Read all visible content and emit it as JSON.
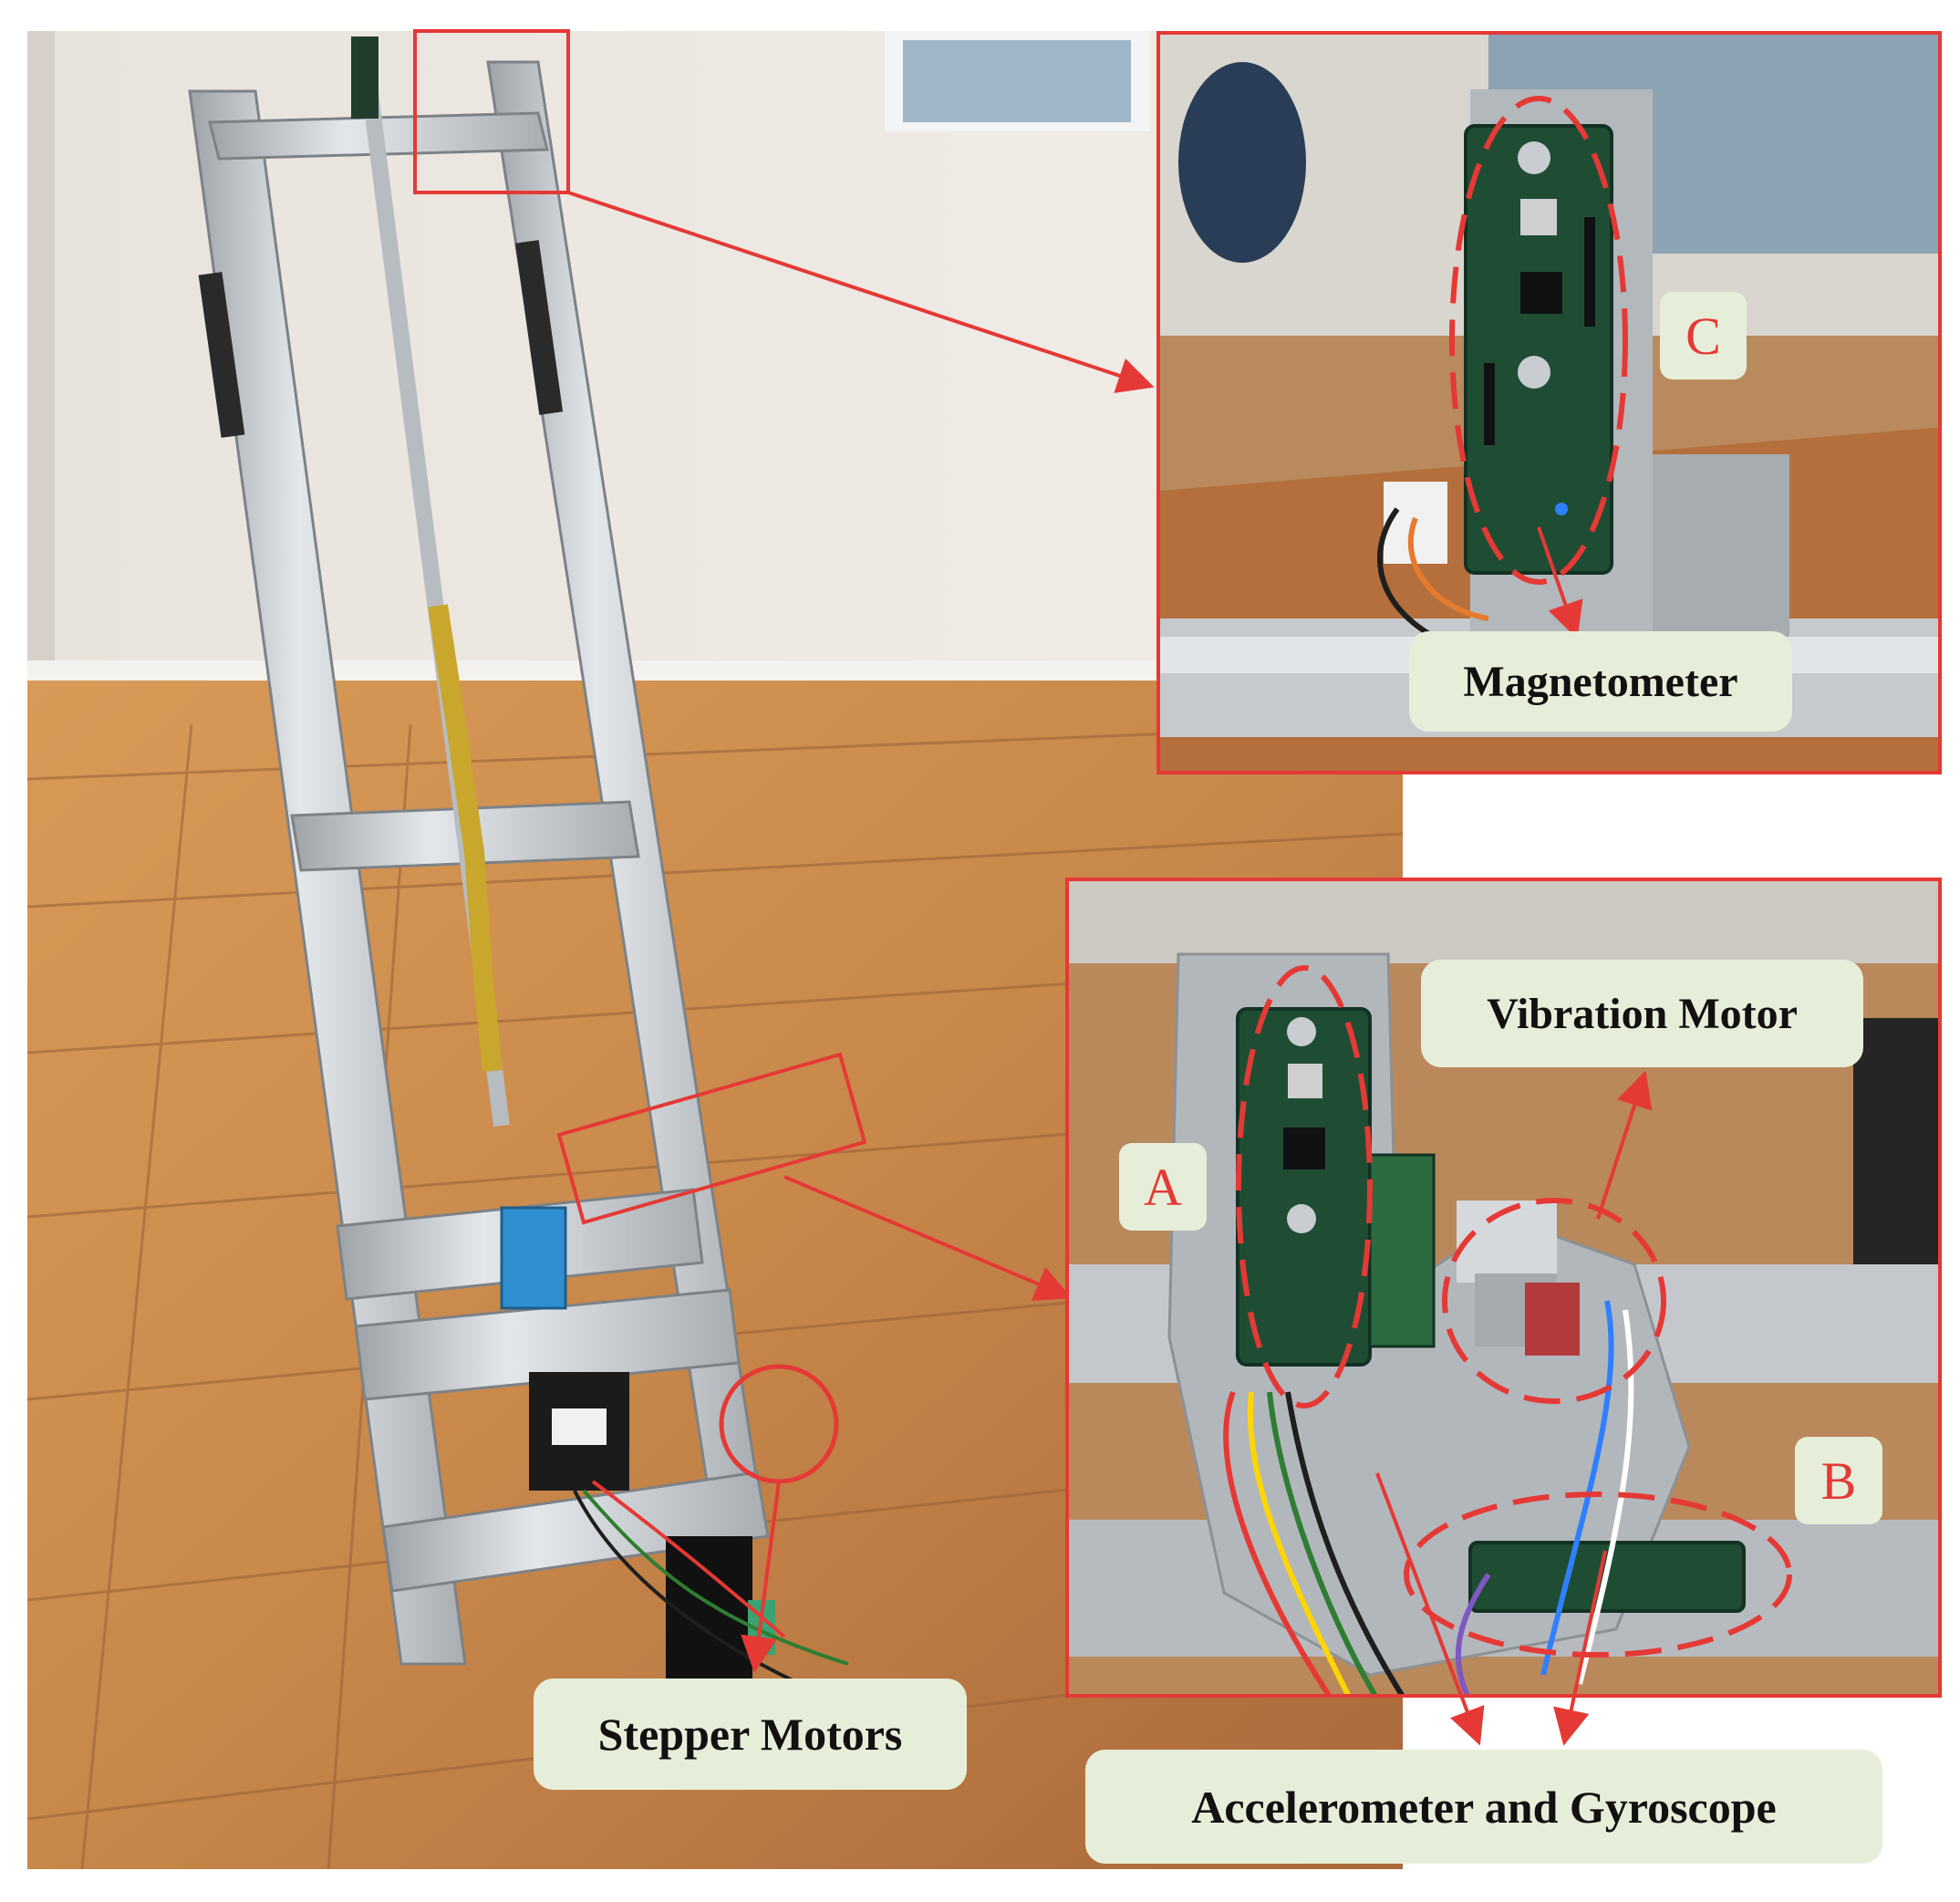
{
  "callouts": {
    "magnetometer": "Magnetometer",
    "vibration_motor": "Vibration Motor",
    "stepper_motors": "Stepper Motors",
    "accel_gyro": "Accelerometer and Gyroscope"
  },
  "markers": {
    "a": "A",
    "b": "B",
    "c": "C"
  },
  "colors": {
    "annotation_red": "#e53935",
    "callout_bg": "#e6eed9",
    "frame_aluminum": "#c9ccd0",
    "floor_wood": "#c8894a",
    "wall": "#ece7df",
    "pcb_green": "#1f4d34"
  }
}
